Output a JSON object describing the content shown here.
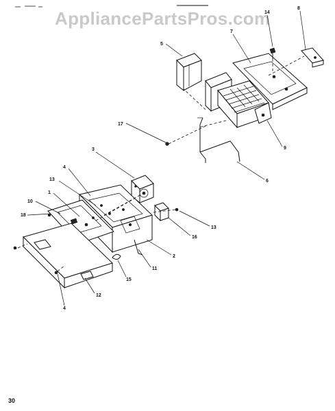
{
  "watermark": "AppliancePartsPros.com",
  "page_number": "30",
  "callouts": [
    "14",
    "8",
    "7",
    "5",
    "9",
    "17",
    "6",
    "3",
    "4",
    "13",
    "10",
    "1",
    "18",
    "13",
    "16",
    "2",
    "11",
    "15",
    "12",
    "4"
  ]
}
